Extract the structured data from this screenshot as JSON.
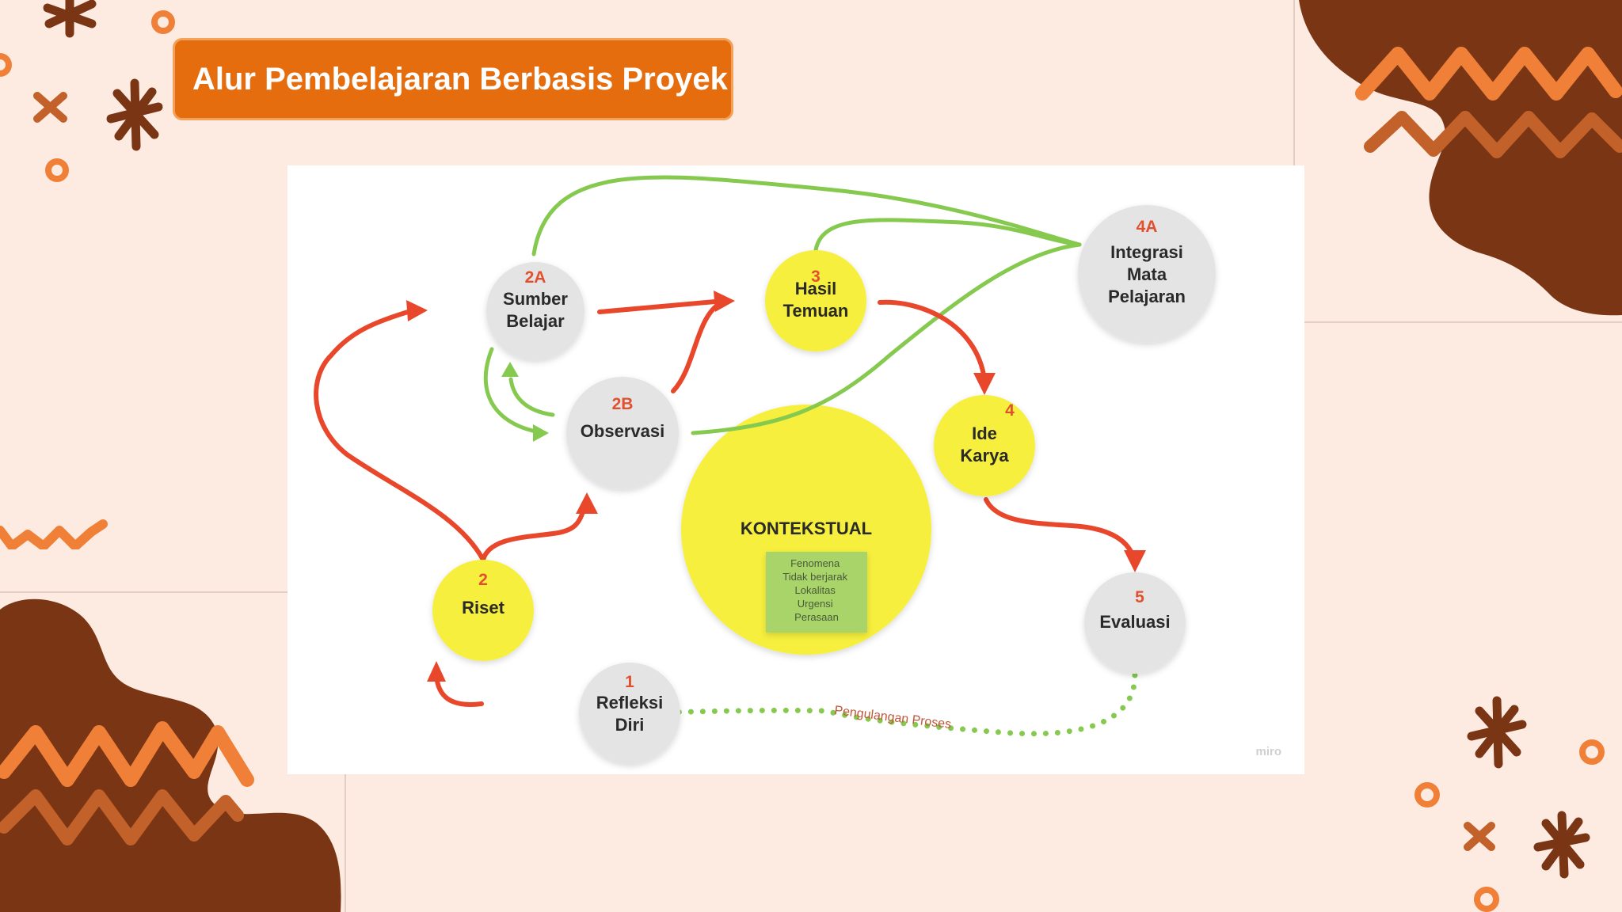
{
  "slide": {
    "title": "Alur Pembelajaran Berbasis Proyek"
  },
  "diagram": {
    "nodes": [
      {
        "id": "1",
        "number": "1",
        "label_lines": [
          "Refleksi",
          "Diri"
        ]
      },
      {
        "id": "2",
        "number": "2",
        "label_lines": [
          "Riset"
        ]
      },
      {
        "id": "2A",
        "number": "2A",
        "label_lines": [
          "Sumber",
          "Belajar"
        ]
      },
      {
        "id": "2B",
        "number": "2B",
        "label_lines": [
          "Observasi"
        ]
      },
      {
        "id": "3",
        "number": "3",
        "label_lines": [
          "Hasil",
          "Temuan"
        ]
      },
      {
        "id": "4A",
        "number": "4A",
        "label_lines": [
          "Integrasi",
          "Mata",
          "Pelajaran"
        ]
      },
      {
        "id": "4",
        "number": "4",
        "label_lines": [
          "Ide",
          "Karya"
        ]
      },
      {
        "id": "5",
        "number": "5",
        "label_lines": [
          "Evaluasi"
        ]
      }
    ],
    "center": {
      "label": "KONTEKSTUAL",
      "note_lines": [
        "Fenomena",
        "Tidak berjarak",
        "Lokalitas",
        "Urgensi",
        "Perasaan"
      ]
    },
    "loop_label": "Pengulangan Proses",
    "watermark": "miro",
    "colors": {
      "title_bg": "#e66d0e",
      "red_arrow": "#e8472b",
      "green_arrow": "#86c94f",
      "yellow_node": "#f6ef3c",
      "gray_node": "#e4e4e4",
      "number_red": "#e1502e",
      "note_green": "#a8d46a",
      "decor_brown": "#7a3514",
      "decor_orange": "#f08038"
    }
  }
}
